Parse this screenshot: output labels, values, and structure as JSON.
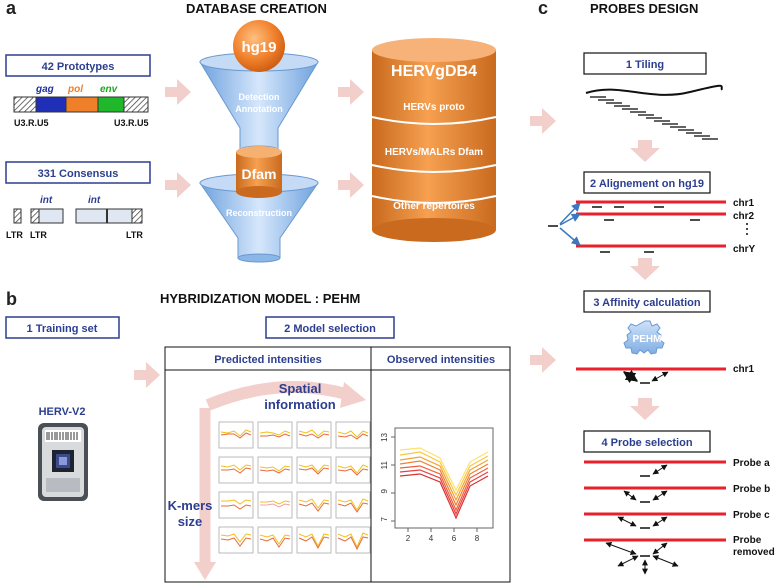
{
  "panel_a": {
    "letter": "a",
    "title": "DATABASE CREATION",
    "prototypes_label": "42 Prototypes",
    "consensus_label": "331 Consensus",
    "genes": {
      "gag": "gag",
      "pol": "pol",
      "env": "env"
    },
    "ltr_left": "U3.R.U5",
    "ltr_right": "U3.R.U5",
    "int_label": "int",
    "ltr": "LTR",
    "funnel1": {
      "cap": "hg19",
      "text1": "Detection",
      "text2": "Annotation"
    },
    "funnel2": {
      "cap": "Dfam",
      "text1": "Reconstruction"
    },
    "db": {
      "name": "HERVgDB4",
      "row1": "HERVs proto",
      "row2": "HERVs/MALRs Dfam",
      "row3": "Other repertoires"
    }
  },
  "panel_b": {
    "letter": "b",
    "title": "HYBRIDIZATION MODEL : PEHM",
    "training_label": "1 Training set",
    "model_label": "2 Model selection",
    "array_name": "HERV-V2",
    "predicted": "Predicted intensities",
    "observed": "Observed intensities",
    "spatial": "Spatial",
    "information": "information",
    "kmers": "K-mers",
    "size": "size",
    "obs_y_ticks": [
      "13",
      "11",
      "9",
      "7"
    ],
    "obs_x_ticks": [
      "2",
      "4",
      "6",
      "8"
    ]
  },
  "panel_c": {
    "letter": "c",
    "title": "PROBES DESIGN",
    "step1": "1 Tiling",
    "step2": "2 Alignement on hg19",
    "step3": "3 Affinity calculation",
    "step4": "4 Probe selection",
    "chr1": "chr1",
    "chr2": "chr2",
    "chrY": "chrY",
    "pehm": "PEHM",
    "chr1_b": "chr1",
    "probe_a": "Probe a",
    "probe_b": "Probe b",
    "probe_c": "Probe c",
    "probe_removed_1": "Probe",
    "probe_removed_2": "removed"
  },
  "colors": {
    "orange": "#f07f2a",
    "blue_label": "#2c3e8f",
    "red_line": "#e8212b",
    "funnel": "#a8c8ec",
    "arrow": "#f2c8c4"
  }
}
